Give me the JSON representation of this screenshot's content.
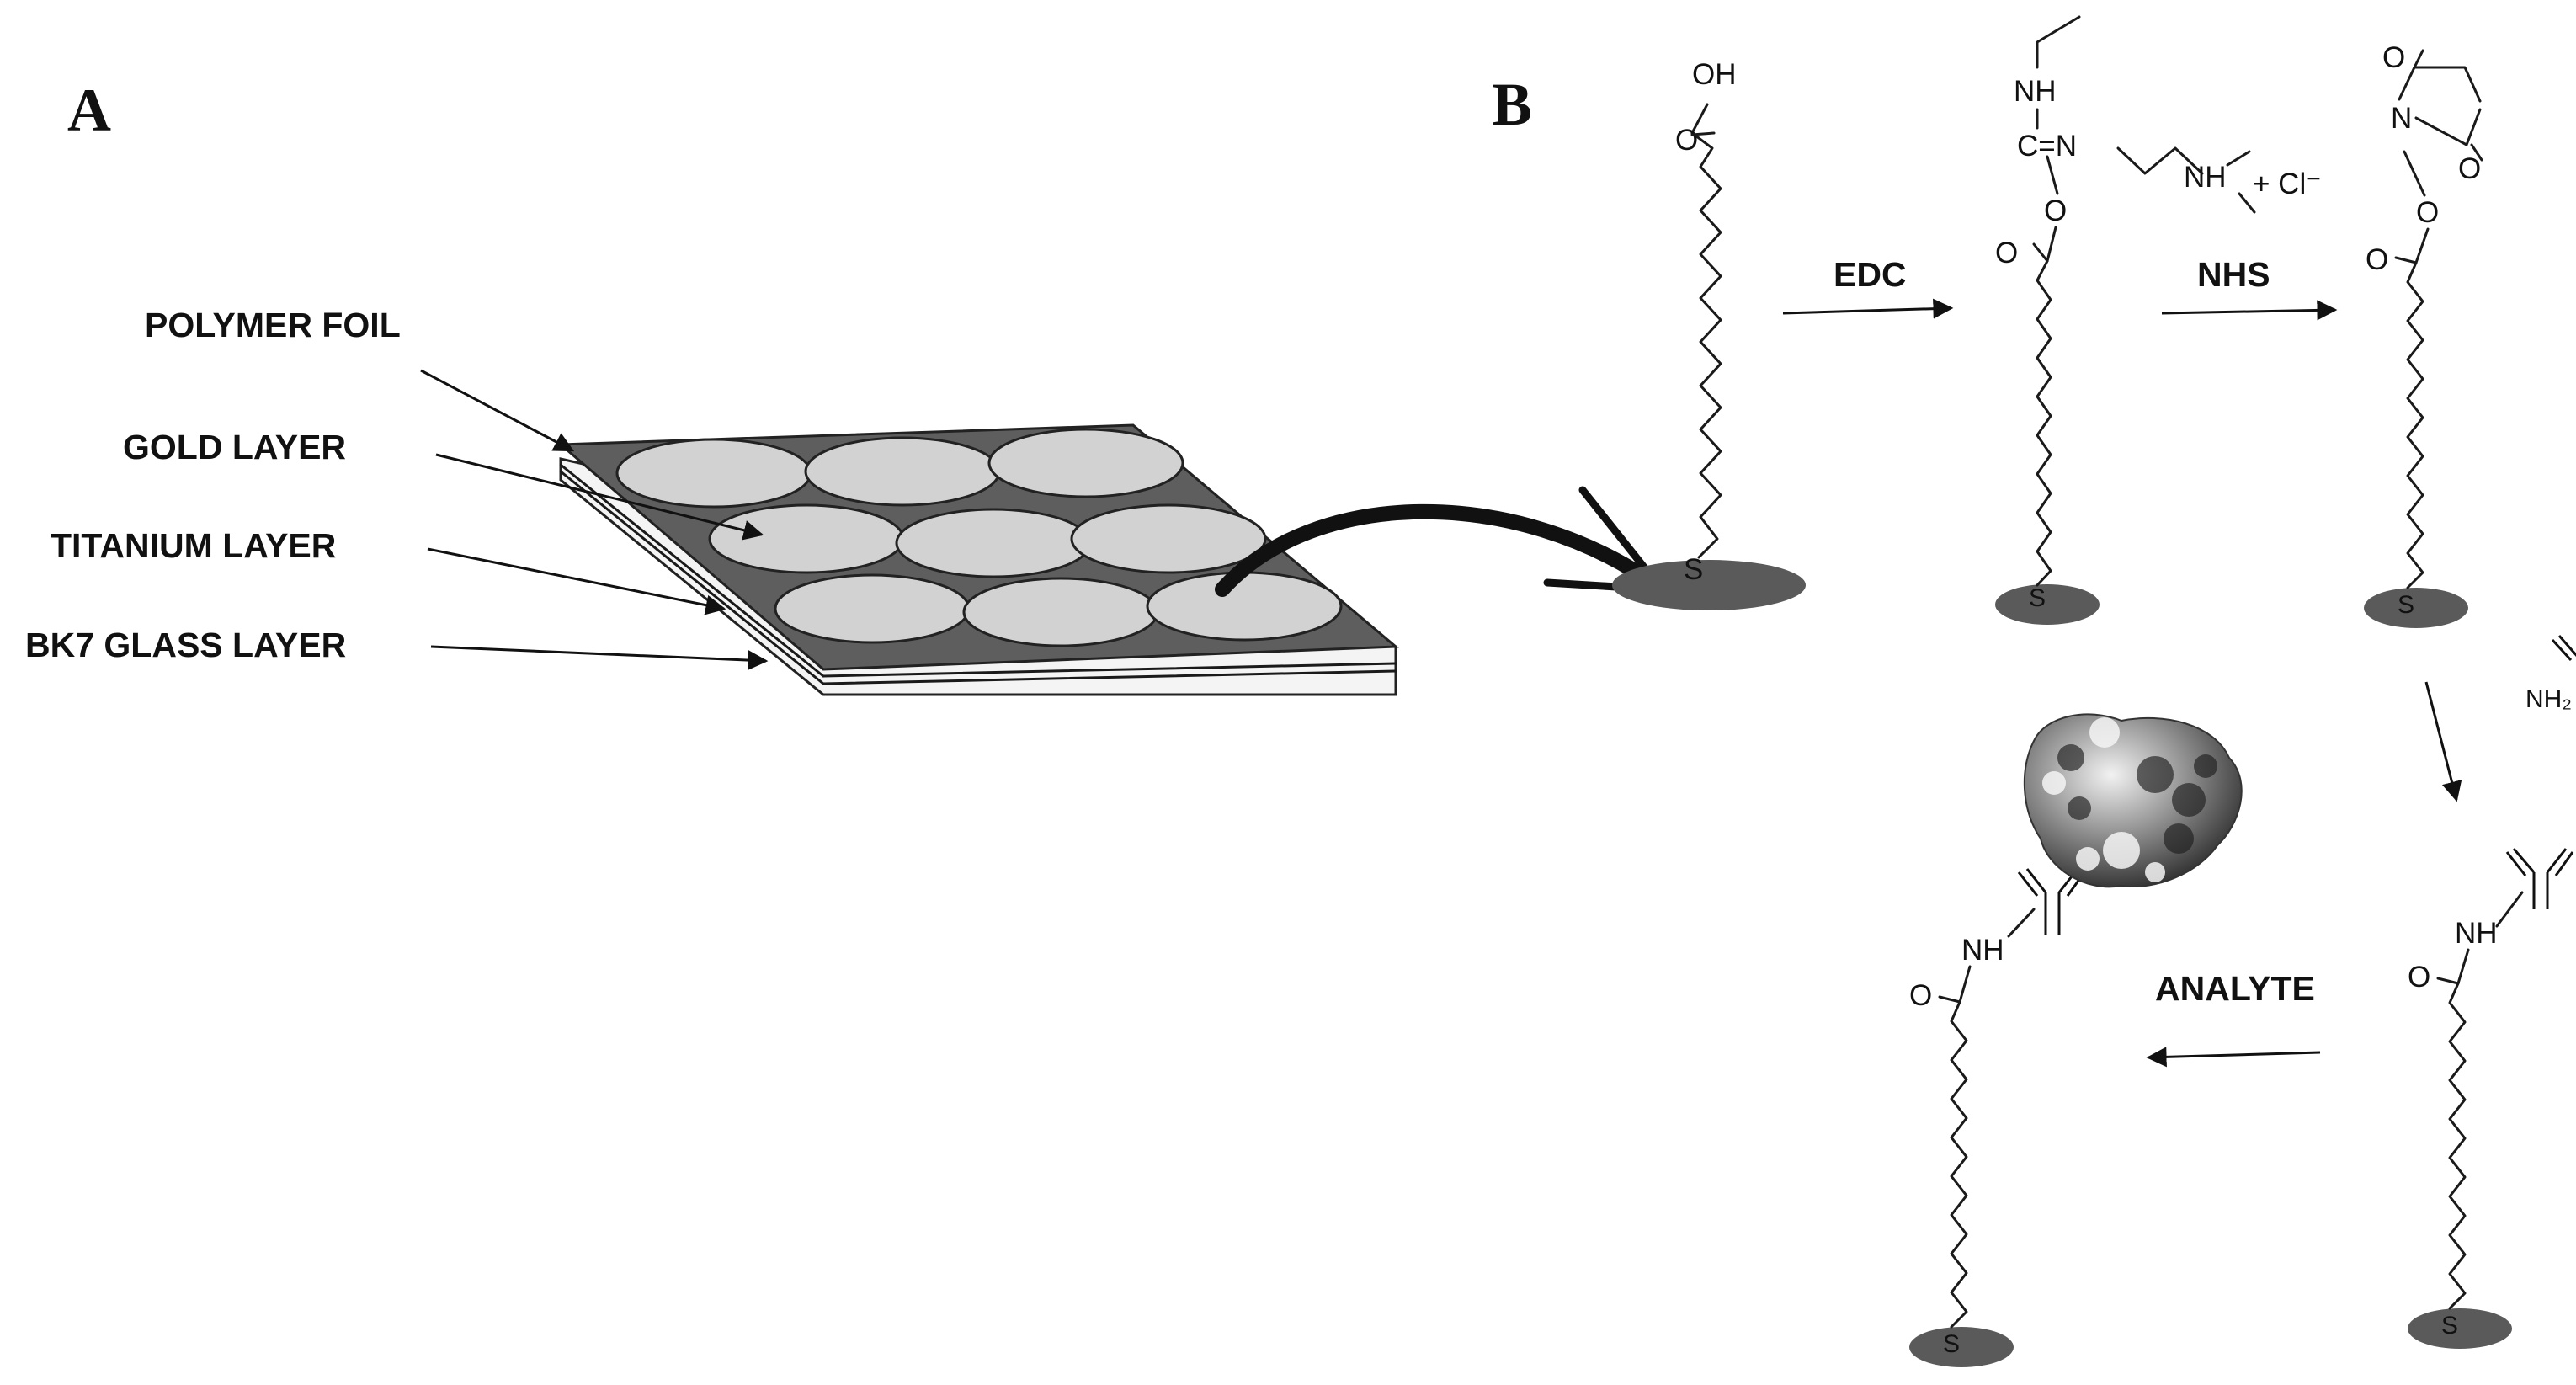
{
  "panels": {
    "a": "A",
    "b": "B"
  },
  "layers": {
    "polymer_foil": "POLYMER FOIL",
    "gold": "GOLD LAYER",
    "titanium": "TITANIUM LAYER",
    "glass": "BK7 GLASS LAYER"
  },
  "steps": {
    "edc": "EDC",
    "nhs": "NHS",
    "analyte": "ANALYTE"
  },
  "atoms": {
    "oh": "OH",
    "o": "O",
    "s": "S",
    "nh": "NH",
    "n": "N",
    "c_double_n": "C=N",
    "chloride": "+ Cl⁻",
    "nh2": "NH₂"
  },
  "colors": {
    "plate_top": "#5e5e5e",
    "spot": "#d2d2d2",
    "electrode": "#5a5a5a",
    "ink": "#111111"
  }
}
